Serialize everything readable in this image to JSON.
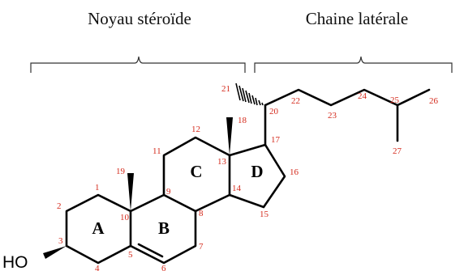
{
  "headings": {
    "left": "Noyau stéroïde",
    "right": "Chaine latérale"
  },
  "rings": {
    "a": "A",
    "b": "B",
    "c": "C",
    "d": "D"
  },
  "groups": {
    "hydroxyl": "HO"
  },
  "colors": {
    "bond": "#000000",
    "numbering": "#d42a1c",
    "brace": "#333333"
  },
  "numbering": {
    "n1": "1",
    "n2": "2",
    "n3": "3",
    "n4": "4",
    "n5": "5",
    "n6": "6",
    "n7": "7",
    "n8": "8",
    "n9": "9",
    "n10": "10",
    "n11": "11",
    "n12": "12",
    "n13": "13",
    "n14": "14",
    "n15": "15",
    "n16": "16",
    "n17": "17",
    "n18": "18",
    "n19": "19",
    "n20": "20",
    "n21": "21",
    "n22": "22",
    "n23": "23",
    "n24": "24",
    "n25": "25",
    "n26": "26",
    "n27": "27"
  }
}
